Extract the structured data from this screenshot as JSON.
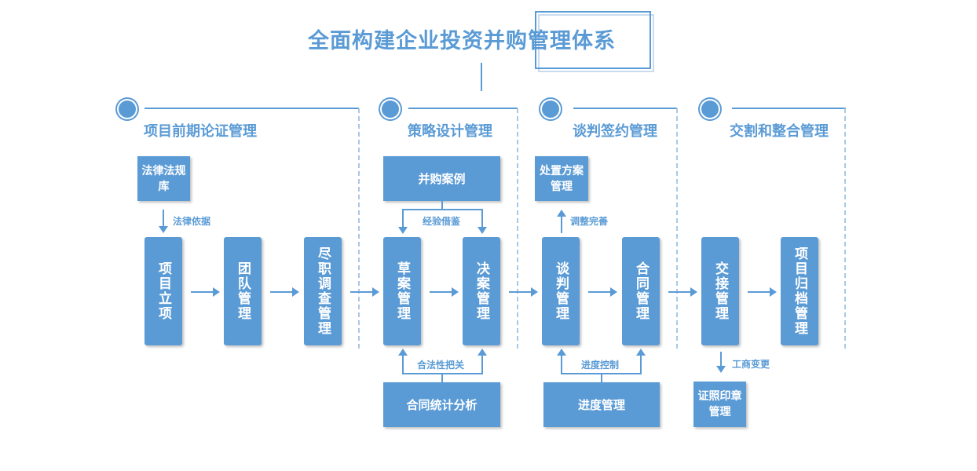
{
  "title": "全面构建企业投资并购管理体系",
  "colors": {
    "accent": "#5b9bd5",
    "dash": "#a9c8e6"
  },
  "sections": [
    {
      "title": "项目前期论证管理"
    },
    {
      "title": "策略设计管理"
    },
    {
      "title": "谈判签约管理"
    },
    {
      "title": "交割和整合管理"
    }
  ],
  "process": [
    "项目立项",
    "团队管理",
    "尽职调查管理",
    "草案管理",
    "决案管理",
    "谈判管理",
    "合同管理",
    "交接管理",
    "项目归档管理"
  ],
  "supports": {
    "legal_library": {
      "box": "法律法规库",
      "label": "法律依据"
    },
    "ma_cases": {
      "box": "并购案例",
      "label": "经验借鉴"
    },
    "contract_stats": {
      "box": "合同统计分析",
      "label": "合法性把关"
    },
    "disposal_plan": {
      "box": "处置方案管理",
      "label": "调整完善"
    },
    "progress": {
      "box": "进度管理",
      "label": "进度控制"
    },
    "license_seal": {
      "box": "证照印章管理",
      "label": "工商变更"
    }
  }
}
